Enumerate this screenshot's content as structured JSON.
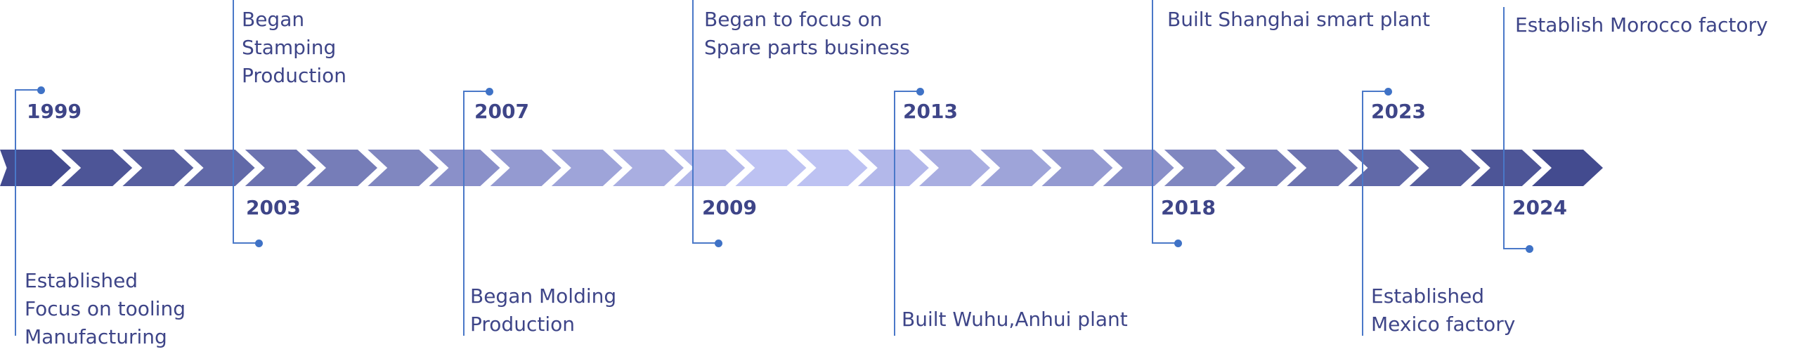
{
  "colors": {
    "dark": "#434b8f",
    "light": "#c2c7f6",
    "line": "#4a78c8",
    "text": "#3e4588"
  },
  "chevron_count": 26,
  "events": [
    {
      "year": "1999",
      "lines": [
        "Established",
        "Focus on tooling",
        "Manufacturing"
      ]
    },
    {
      "year": "2003",
      "lines": [
        "Began",
        "Stamping",
        "Production"
      ]
    },
    {
      "year": "2007",
      "lines": [
        "Began Molding",
        "Production"
      ]
    },
    {
      "year": "2009",
      "lines": [
        "Began to focus on",
        "Spare parts business"
      ]
    },
    {
      "year": "2013",
      "lines": [
        "Built Wuhu,Anhui plant"
      ]
    },
    {
      "year": "2018",
      "lines": [
        "Built Shanghai smart plant"
      ]
    },
    {
      "year": "2023",
      "lines": [
        "Established",
        "Mexico factory"
      ]
    },
    {
      "year": "2024",
      "lines": [
        "Establish Morocco factory"
      ]
    }
  ]
}
